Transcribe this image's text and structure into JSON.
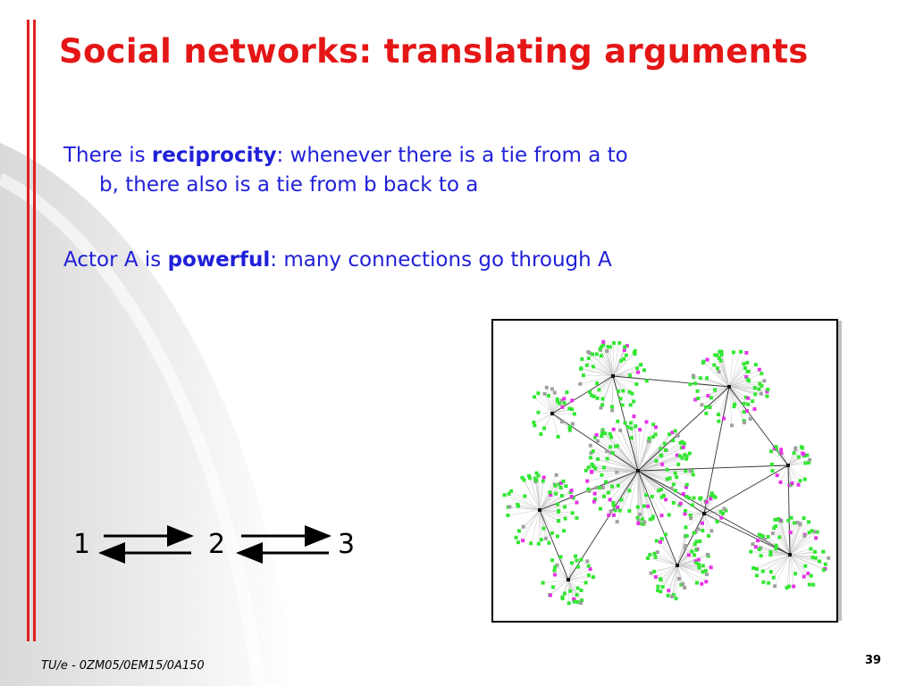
{
  "slide": {
    "title": "Social networks: translating arguments",
    "bullets": [
      {
        "pre": "There is ",
        "term": "reciprocity",
        "post": ": whenever there is a tie from a to",
        "line2": "b, there also is a tie from b back to a"
      },
      {
        "pre": "Actor A is ",
        "term": "powerful",
        "post": ": many connections go through A"
      }
    ],
    "reciprocity_diagram": {
      "nodes": [
        "1",
        "2",
        "3"
      ]
    },
    "footer": "TU/e - 0ZM05/0EM15/0A150",
    "page_number": "39"
  },
  "colors": {
    "title": "#e51616",
    "body_text": "#2020d8",
    "rule": "#e2201f",
    "node_green": "#33e633",
    "node_magenta": "#e633e6",
    "node_gray": "#a0a0a0",
    "hub": "#111111"
  }
}
